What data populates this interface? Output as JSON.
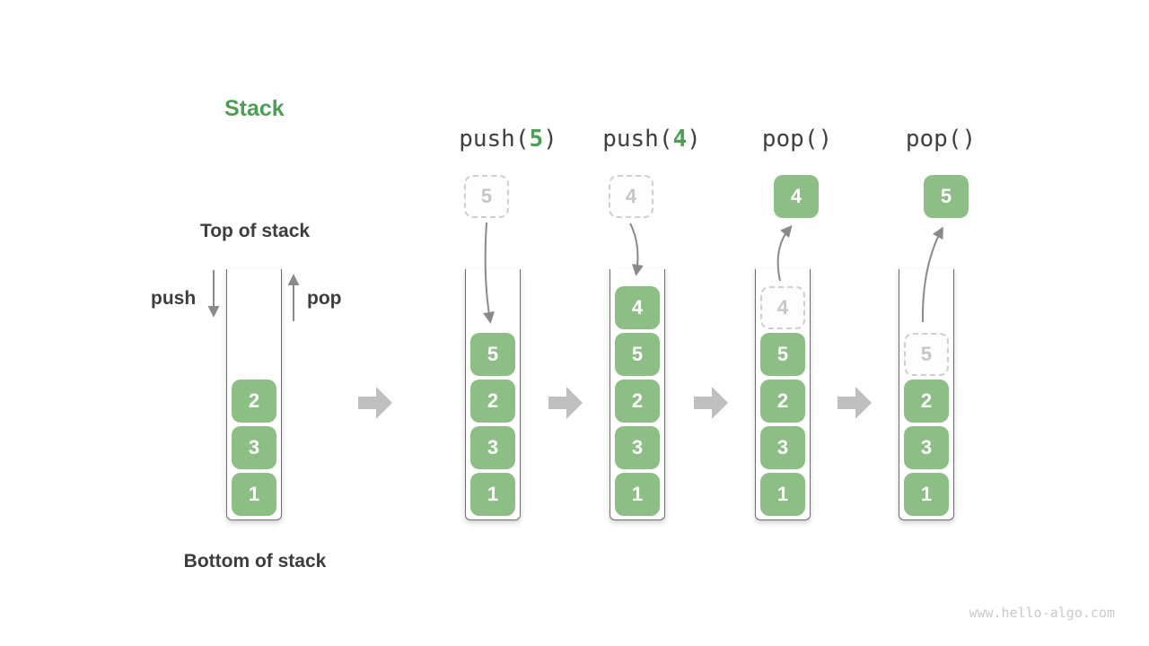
{
  "title": "Stack",
  "labels": {
    "top": "Top of stack",
    "bottom": "Bottom of stack",
    "push": "push",
    "pop": "pop"
  },
  "watermark": "www.hello-algo.com",
  "colors": {
    "box_green": "#8cbe85",
    "accent_green": "#4f9e58",
    "thin_arrow_gray": "#8a8a8a",
    "block_arrow_gray": "#bfbfbf",
    "dashed_border_gray": "#cfcfcf",
    "dashed_text_gray": "#c6c6c6",
    "label_dark_gray": "#3d3d3d",
    "container_wall_gray": "#6e6e6e",
    "watermark_gray": "#c9c9c9"
  },
  "stages": [
    {
      "name": "initial",
      "stack": [
        {
          "value": "2",
          "style": "solid"
        },
        {
          "value": "3",
          "style": "solid"
        },
        {
          "value": "1",
          "style": "solid"
        }
      ]
    },
    {
      "name": "push-5",
      "op": {
        "prefix": "push(",
        "arg": "5",
        "suffix": ")"
      },
      "floating": {
        "value": "5",
        "style": "dashed"
      },
      "stack": [
        {
          "value": "5",
          "style": "solid"
        },
        {
          "value": "2",
          "style": "solid"
        },
        {
          "value": "3",
          "style": "solid"
        },
        {
          "value": "1",
          "style": "solid"
        }
      ]
    },
    {
      "name": "push-4",
      "op": {
        "prefix": "push(",
        "arg": "4",
        "suffix": ")"
      },
      "floating": {
        "value": "4",
        "style": "dashed"
      },
      "stack": [
        {
          "value": "4",
          "style": "solid"
        },
        {
          "value": "5",
          "style": "solid"
        },
        {
          "value": "2",
          "style": "solid"
        },
        {
          "value": "3",
          "style": "solid"
        },
        {
          "value": "1",
          "style": "solid"
        }
      ]
    },
    {
      "name": "pop-first",
      "op": {
        "prefix": "pop()",
        "arg": "",
        "suffix": ""
      },
      "floating": {
        "value": "4",
        "style": "solid"
      },
      "stack": [
        {
          "value": "4",
          "style": "dashed"
        },
        {
          "value": "5",
          "style": "solid"
        },
        {
          "value": "2",
          "style": "solid"
        },
        {
          "value": "3",
          "style": "solid"
        },
        {
          "value": "1",
          "style": "solid"
        }
      ]
    },
    {
      "name": "pop-second",
      "op": {
        "prefix": "pop()",
        "arg": "",
        "suffix": ""
      },
      "floating": {
        "value": "5",
        "style": "solid"
      },
      "stack": [
        {
          "value": "5",
          "style": "dashed"
        },
        {
          "value": "2",
          "style": "solid"
        },
        {
          "value": "3",
          "style": "solid"
        },
        {
          "value": "1",
          "style": "solid"
        }
      ]
    }
  ]
}
